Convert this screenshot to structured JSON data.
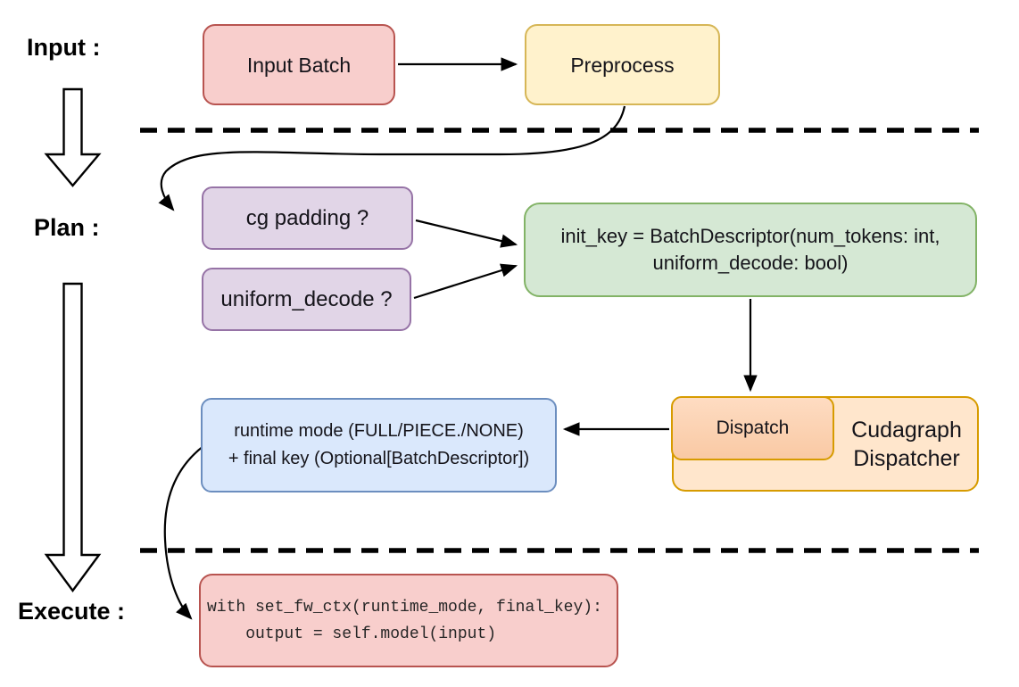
{
  "stage_labels": {
    "input": "Input :",
    "plan": "Plan :",
    "execute": "Execute :"
  },
  "nodes": {
    "input_batch": {
      "label": "Input Batch"
    },
    "preprocess": {
      "label": "Preprocess"
    },
    "cg_padding": {
      "label": "cg padding ?"
    },
    "uniform_decode": {
      "label": "uniform_decode ?"
    },
    "init_key": {
      "lines": [
        "init_key = BatchDescriptor(num_tokens: int,",
        "uniform_decode: bool)"
      ]
    },
    "dispatch": {
      "label": "Dispatch"
    },
    "cudagraph_dispatcher": {
      "lines": [
        "Cudagraph",
        "Dispatcher"
      ]
    },
    "runtime_mode": {
      "lines": [
        "runtime mode (FULL/PIECE./NONE)",
        "+ final key (Optional[BatchDescriptor])"
      ]
    },
    "execute_code": {
      "lines": [
        "with set_fw_ctx(runtime_mode, final_key):",
        "    output = self.model(input)"
      ]
    }
  },
  "colors": {
    "red_fill": "#f8cecc",
    "red_stroke": "#b85450",
    "yellow_fill": "#fff2cc",
    "yellow_stroke": "#d6b656",
    "purple_fill": "#e1d5e7",
    "purple_stroke": "#9673a6",
    "green_fill": "#d5e8d4",
    "green_stroke": "#82b366",
    "blue_fill": "#dae8fc",
    "blue_stroke": "#6c8ebf",
    "orange_fill": "#ffe6cc",
    "orange_stroke": "#d79b00",
    "dispatch_fill": "#fbd2ae",
    "connector_color": "#000000"
  }
}
